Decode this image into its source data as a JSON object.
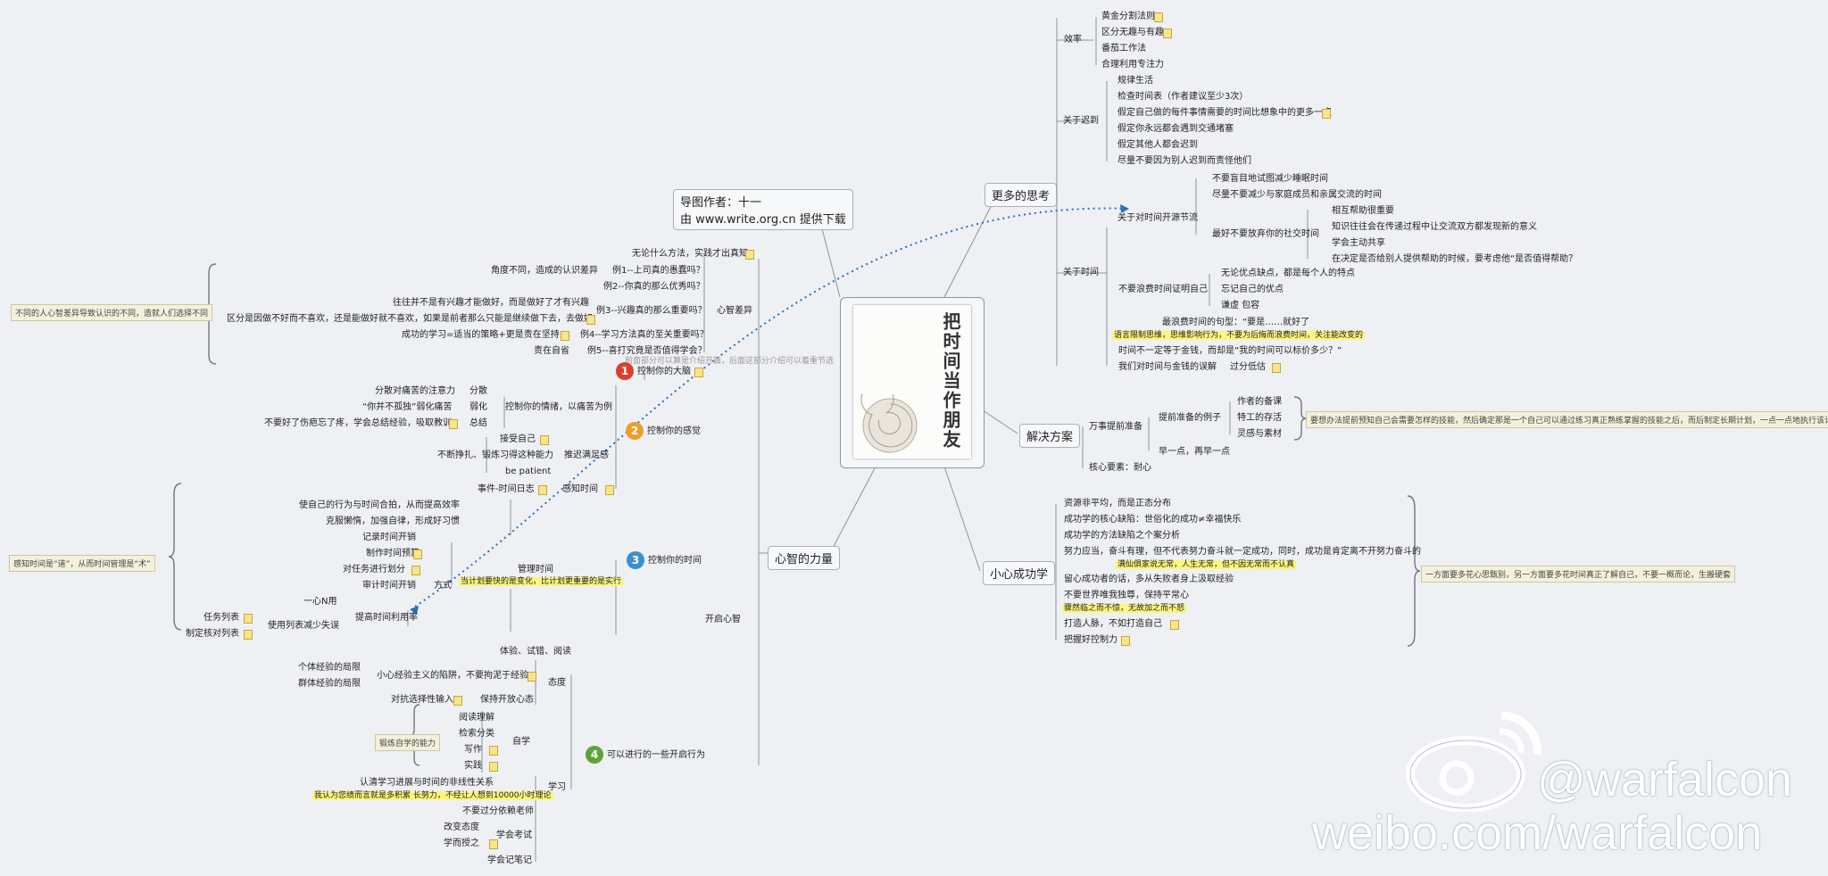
{
  "central": {
    "book_title": "把时间当作朋友",
    "author_note": "导图作者：十一",
    "source_note": "由 www.write.org.cn 提供下载",
    "faint_note": "前面部分可以算是介绍开篇，后面这部分介绍可以着重节选"
  },
  "main_branches": {
    "more_thoughts": "更多的思考",
    "solutions": "解决方案",
    "be_careful": "小心成功学",
    "power_of_mind": "心智的力量"
  },
  "efficiency": {
    "label": "效率",
    "items": [
      "黄金分割法则",
      "区分无趣与有趣",
      "番茄工作法",
      "合理利用专注力"
    ]
  },
  "late": {
    "label": "关于迟到",
    "items": [
      "规律生活",
      "检查时间表（作者建议至少3次）",
      "假定自己做的每件事情需要的时间比想象中的更多一点",
      "假定你永远都会遇到交通堵塞",
      "假定其他人都会迟到",
      "尽量不要因为别人迟到而责怪他们"
    ]
  },
  "about_time": {
    "label": "关于时间",
    "open_source": "关于对时间开源节流",
    "open_items": [
      "不要盲目地试图减少睡眠时间",
      "尽量不要减少与家庭成员和亲属交流的时间",
      "最好不要放弃你的社交时间"
    ],
    "social_items": [
      "相互帮助很重要",
      "知识往往会在传递过程中让交流双方都发现新的意义",
      "学会主动共享",
      "在决定是否给别人提供帮助的时候，要考虑他“是否值得帮助？"
    ],
    "prove": "不要浪费时间证明自己",
    "prove_items": [
      "无论优点缺点，都是每个人的特点",
      "忘记自己的优点",
      "谦虚 包容"
    ],
    "waste": "最浪费时间的句型：“要是……就好了",
    "waste_hl": "语言限制思维，思维影响行为，不要为后悔而浪费时间，关注能改变的",
    "money": "时间不一定等于金钱，而却是“我的时间可以标价多少？”",
    "misunderstand": "我们对时间与金钱的误解",
    "overestimate": "过分低估"
  },
  "solutions": {
    "prepare": "万事提前准备",
    "examples": "提前准备的例子",
    "ex_items": [
      "作者的备课",
      "特工的存活",
      "灵感与素材"
    ],
    "comment": "要想办法提前预知自己会需要怎样的技能，然后确定那是一个自己可以通过练习真正熟练掌握的技能之后，而后制定长期计划，一点一点地执行该计划",
    "early": "早一点，再早一点",
    "core": "核心要素：耐心"
  },
  "success": {
    "items": [
      "资源非平均，而是正态分布",
      "成功学的核心缺陷：世俗化的成功≠幸福快乐",
      "成功学的方法缺陷之个案分析",
      "努力应当，奋斗有理，但不代表努力奋斗就一定成功，同时，成功是肯定离不开努力奋斗的",
      "留心成功者的话，多从失败者身上汲取经验",
      "不要世界唯我独尊，保持平常心",
      "打造人脉，不如打造自己",
      "把握好控制力"
    ],
    "hl1": "满仙俱家说无常，人生无常，但不因无常而不认真",
    "hl2": "骤然临之而不惊，无故加之而不怒",
    "comment": "一方面要多花心思甄别，另一方面要多花时间真正了解自己，不要一概而论，生搬硬套"
  },
  "mind": {
    "open": "开启心智",
    "diff": "心智差异",
    "diff_items": [
      "无论什么方法，实践才出真知",
      "例1--上司真的愚蠢吗？",
      "例2--你真的那么优秀吗？",
      "例3--兴趣真的那么重要吗？",
      "例4--学习方法真的至关重要吗？",
      "例5--喜打究竟是否值得学会？"
    ],
    "angle": "角度不同，造成的认识差异",
    "interest1": "往往并不是有兴趣才能做好，而是做好了才有兴趣",
    "interest2": "区分是因做不好而不喜欢，还是能做好就不喜欢，如果是前者那么只能是继续做下去，去做好",
    "study": "成功的学习=适当的策略+更是责在坚持",
    "resp": "责在自省",
    "diff_comment": "不同的人心智差异导致认识的不同，造就人们选择不同",
    "ctrl_brain": "控制你的大脑",
    "ctrl_feel": "控制你的感觉",
    "ctrl_emotion": "控制你的情绪，以痛苦为例",
    "pain_items": [
      "分散",
      "弱化",
      "总结"
    ],
    "pain_desc": [
      "分散对痛苦的注意力",
      "“你并不孤独”弱化痛苦",
      "不要好了伤疤忘了疼，学会总结经验，吸取教训"
    ],
    "accept": "接受自己",
    "delay": "推迟满足感",
    "delay_desc": "不断挣扎、锻炼习得这种能力",
    "be_patient": "be patient",
    "ctrl_time": "控制你的时间",
    "sense_time": "感知时间",
    "sense_desc": "事件-时间日志",
    "manage_time": "管理时间",
    "manage_desc": [
      "使自己的行为与时间合拍，从而提高效率",
      "克服懒惰，加强自律，形成好习惯"
    ],
    "method": "方式",
    "method_items": [
      "记录时间开销",
      "制作时间预算",
      "对任务进行划分",
      "审计时间开销"
    ],
    "plan_hl": "当计划要快的是变化，比计划更重要的是实行",
    "improve": "提高时间利用率",
    "improve_items": [
      "一心N用",
      "使用列表减少失误"
    ],
    "list_items": [
      "任务列表",
      "制定核对列表"
    ],
    "time_comment": "感知时间是“道”，从而时间管理是“术”",
    "actions": "可以进行的一些开启行为",
    "attitude": "态度",
    "att_items": [
      "体验、试错、阅读",
      "小心经验主义的陷阱，不要拘泥于经验",
      "保持开放心态"
    ],
    "exp_items": [
      "个体经验的局限",
      "群体经验的局限"
    ],
    "against": "对抗选择性输入",
    "learn": "学习",
    "self_learn": "自学",
    "self_items": [
      "阅读理解",
      "检索分类",
      "写作",
      "实践"
    ],
    "self_comment": "锻炼自学的能力",
    "learn_items": [
      "认清学习进展与时间的非线性关系",
      "不要过分依赖老师",
      "学会考试",
      "学会记笔记"
    ],
    "learn_hl": "我认为您绩而言就是多积累 长努力，不经让人想到10000小时理论",
    "exam_items": [
      "改变态度",
      "学而授之"
    ]
  },
  "watermark": {
    "handle": "@warfalcon",
    "url": "weibo.com/warfalcon"
  },
  "colors": {
    "bg": "#eef0f4",
    "line": "#8a93a5",
    "bracket": "#6f7684",
    "arrow": "#2a6fb8",
    "num1": "#d9412b",
    "num2": "#e8a12a",
    "num3": "#3a8fd0",
    "num4": "#5ea33a"
  }
}
